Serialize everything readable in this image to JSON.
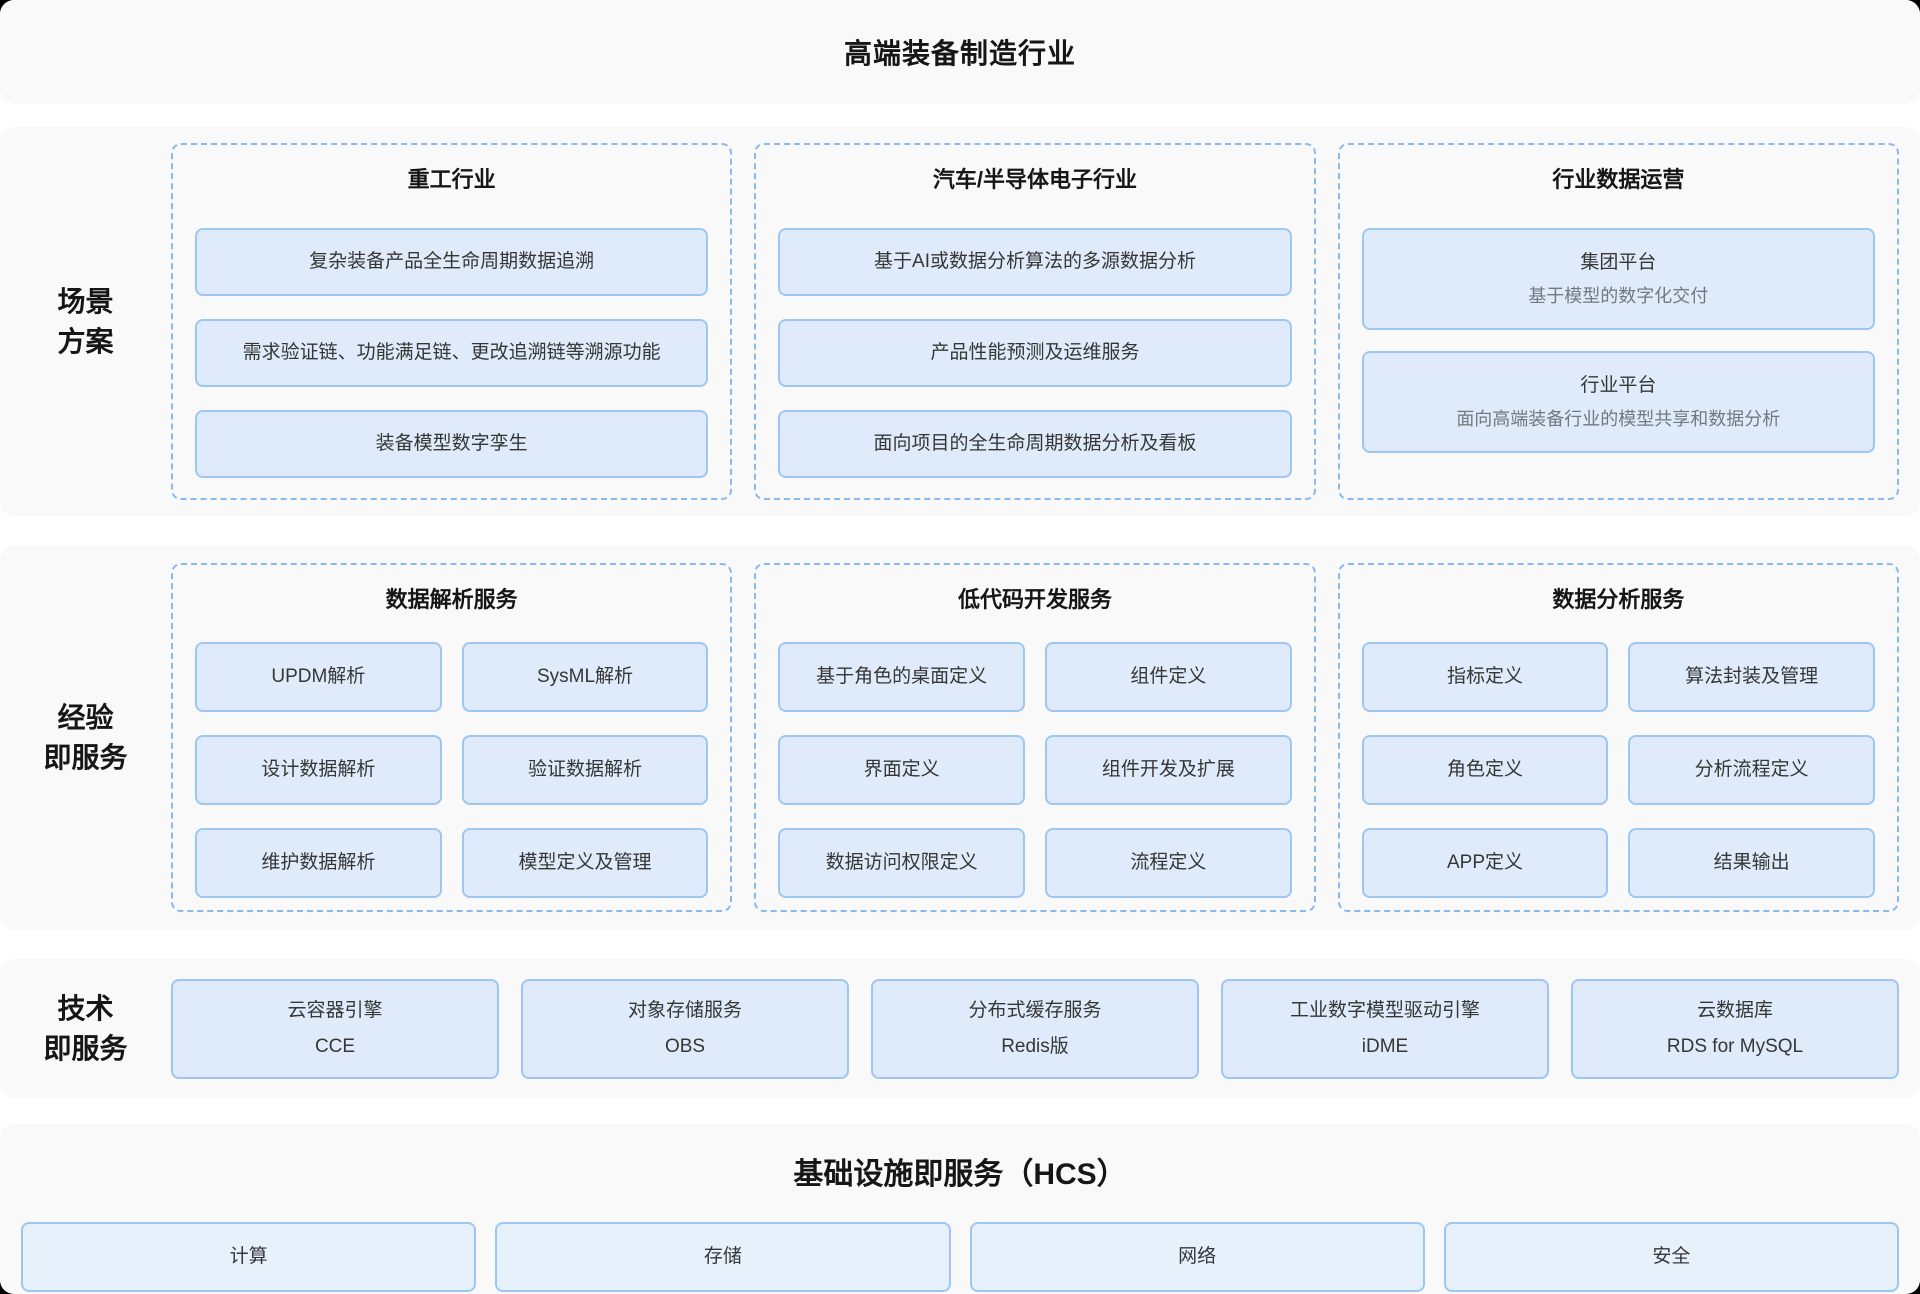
{
  "title": "高端装备制造行业",
  "sections": {
    "scenario": {
      "label": [
        "场景",
        "方案"
      ],
      "columns": [
        {
          "title": "重工行业",
          "items": [
            "复杂装备产品全生命周期数据追溯",
            "需求验证链、功能满足链、更改追溯链等溯源功能",
            "装备模型数字孪生"
          ]
        },
        {
          "title": "汽车/半导体电子行业",
          "items": [
            "基于AI或数据分析算法的多源数据分析",
            "产品性能预测及运维服务",
            "面向项目的全生命周期数据分析及看板"
          ]
        },
        {
          "title": "行业数据运营",
          "platforms": [
            {
              "title": "集团平台",
              "subtitle": "基于模型的数字化交付"
            },
            {
              "title": "行业平台",
              "subtitle": "面向高端装备行业的模型共享和数据分析"
            }
          ]
        }
      ]
    },
    "experience": {
      "label": [
        "经验",
        "即服务"
      ],
      "columns": [
        {
          "title": "数据解析服务",
          "items": [
            "UPDM解析",
            "SysML解析",
            "设计数据解析",
            "验证数据解析",
            "维护数据解析",
            "模型定义及管理"
          ]
        },
        {
          "title": "低代码开发服务",
          "items": [
            "基于角色的桌面定义",
            "组件定义",
            "界面定义",
            "组件开发及扩展",
            "数据访问权限定义",
            "流程定义"
          ]
        },
        {
          "title": "数据分析服务",
          "items": [
            "指标定义",
            "算法封装及管理",
            "角色定义",
            "分析流程定义",
            "APP定义",
            "结果输出"
          ]
        }
      ]
    },
    "technology": {
      "label": [
        "技术",
        "即服务"
      ],
      "services": [
        {
          "title": "云容器引擎",
          "subtitle": "CCE"
        },
        {
          "title": "对象存储服务",
          "subtitle": "OBS"
        },
        {
          "title": "分布式缓存服务",
          "subtitle": "Redis版"
        },
        {
          "title": "工业数字模型驱动引擎",
          "subtitle": "iDME"
        },
        {
          "title": "云数据库",
          "subtitle": "RDS for MySQL"
        }
      ]
    },
    "infrastructure": {
      "title": "基础设施即服务（HCS）",
      "items": [
        "计算",
        "存储",
        "网络",
        "安全"
      ]
    }
  },
  "colors": {
    "panel_bg": "#f9f9fa",
    "box_fill": "#dfebfa",
    "box_fill_light": "#e6f1fc",
    "box_border": "#9dc7f0",
    "dashed_border": "#8ab9ec",
    "text_dark": "#161616",
    "subtitle_gray": "#73787f"
  }
}
